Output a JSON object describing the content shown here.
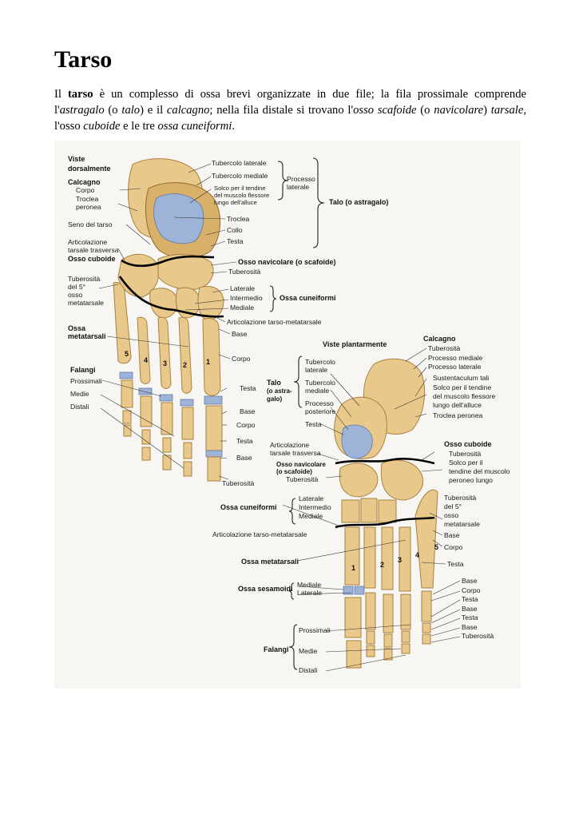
{
  "page": {
    "title": "Tarso",
    "paragraph": [
      {
        "t": "Il ",
        "s": "n"
      },
      {
        "t": "tarso",
        "s": "b"
      },
      {
        "t": " è un complesso di ossa brevi organizzate in due file; la fila prossimale comprende l'",
        "s": "n"
      },
      {
        "t": "astragalo",
        "s": "i"
      },
      {
        "t": " (o ",
        "s": "n"
      },
      {
        "t": "talo",
        "s": "i"
      },
      {
        "t": ") e il ",
        "s": "n"
      },
      {
        "t": "calcagno",
        "s": "i"
      },
      {
        "t": "; nella fila distale si trovano l'",
        "s": "n"
      },
      {
        "t": "osso scafoide",
        "s": "i"
      },
      {
        "t": " (o ",
        "s": "n"
      },
      {
        "t": "navicolare",
        "s": "i"
      },
      {
        "t": ") ",
        "s": "n"
      },
      {
        "t": "tarsale",
        "s": "i"
      },
      {
        "t": ", l'osso ",
        "s": "n"
      },
      {
        "t": "cuboide",
        "s": "i"
      },
      {
        "t": " e le tre ",
        "s": "n"
      },
      {
        "t": "ossa cuneiformi",
        "s": "i"
      },
      {
        "t": ".",
        "s": "n"
      }
    ]
  },
  "figure": {
    "dorsal": {
      "heading1": "Viste",
      "heading2": "dorsalmente",
      "calcagno": "Calcagno",
      "corpo": "Corpo",
      "troclea": "Troclea",
      "peronea": "peronea",
      "seno": "Seno del tarso",
      "artic1": "Articolazione",
      "artic2": "tarsale trasversa",
      "cuboide": "Osso cuboide",
      "tub1": "Tuberosità",
      "tub2": "del 5°",
      "tub3": "osso",
      "tub4": "metatarsale",
      "meta1": "Ossa",
      "meta2": "metatarsali",
      "falangi": "Falangi",
      "prossimali": "Prossimali",
      "medie": "Medie",
      "distali": "Distali",
      "tub_lat": "Tubercolo laterale",
      "tub_med": "Tubercolo mediale",
      "solco1": "Solco per il tendine",
      "solco2": "del muscolo flessore",
      "solco3": "lungo dell'alluce",
      "troclea_r": "Troclea",
      "collo": "Collo",
      "testa": "Testa",
      "proc1": "Processo",
      "proc2": "laterale",
      "talo": "Talo (o astragalo)",
      "navicolare": "Osso navicolare (o scafoide)",
      "tuberosita": "Tuberosità",
      "laterale": "Laterale",
      "intermedio": "Intermedio",
      "mediale": "Mediale",
      "cuneiformi": "Ossa cuneiformi",
      "tm": "Articolazione tarso-metatarsale",
      "base": "Base",
      "corpo_r": "Corpo",
      "testa_r": "Testa",
      "base2": "Base",
      "corpo2": "Corpo",
      "testa2": "Testa",
      "base3": "Base",
      "tub_bottom": "Tuberosità",
      "n5": "5",
      "n4": "4",
      "n3": "3",
      "n2": "2",
      "n1": "1"
    },
    "plantar": {
      "heading": "Viste plantarmente",
      "calcagno": "Calcagno",
      "tuberosita": "Tuberosità",
      "proc_med": "Processo mediale",
      "proc_lat": "Processo laterale",
      "sust": "Sustentaculum tali",
      "solco1": "Solco per il tendine",
      "solco2": "del muscolo flessore",
      "solco3": "lungo dell'alluce",
      "troclea": "Troclea peronea",
      "talo1": "Talo",
      "talo2": "(o astra-",
      "talo3": "galo)",
      "tl1": "Tubercolo",
      "tl2": "laterale",
      "tm1": "Tubercolo",
      "tm2": "mediale",
      "pp1": "Processo",
      "pp2": "posteriore",
      "testa": "Testa",
      "artic1": "Articolazione",
      "artic2": "tarsale trasversa",
      "nav1": "Osso navicolare",
      "nav2": "(o scafoide)",
      "nav_tub": "Tuberosità",
      "cuboide": "Osso cuboide",
      "cub_tub": "Tuberosità",
      "cs1": "Solco per il",
      "cs2": "tendine del muscolo",
      "cs3": "peroneo lungo",
      "laterale": "Laterale",
      "intermedio": "Intermedio",
      "mediale": "Mediale",
      "cuneiformi": "Ossa cuneiformi",
      "t5_1": "Tuberosità",
      "t5_2": "del 5°",
      "t5_3": "osso",
      "t5_4": "metatarsale",
      "base": "Base",
      "tm": "Articolazione tarso-metatarsale",
      "corpo": "Corpo",
      "metatarsali": "Ossa metatarsali",
      "testa2": "Testa",
      "sesamoidi": "Ossa sesamoidi",
      "ses_med": "Mediale",
      "ses_lat": "Laterale",
      "r_base": "Base",
      "r_corpo": "Corpo",
      "r_testa": "Testa",
      "r_base2": "Base",
      "r_testa2": "Testa",
      "r_base3": "Base",
      "r_tub": "Tuberosità",
      "falangi": "Falangi",
      "prossimali": "Prossimali",
      "medie": "Medie",
      "distali": "Distali",
      "n1": "1",
      "n2": "2",
      "n3": "3",
      "n4": "4",
      "n5": "5"
    }
  }
}
